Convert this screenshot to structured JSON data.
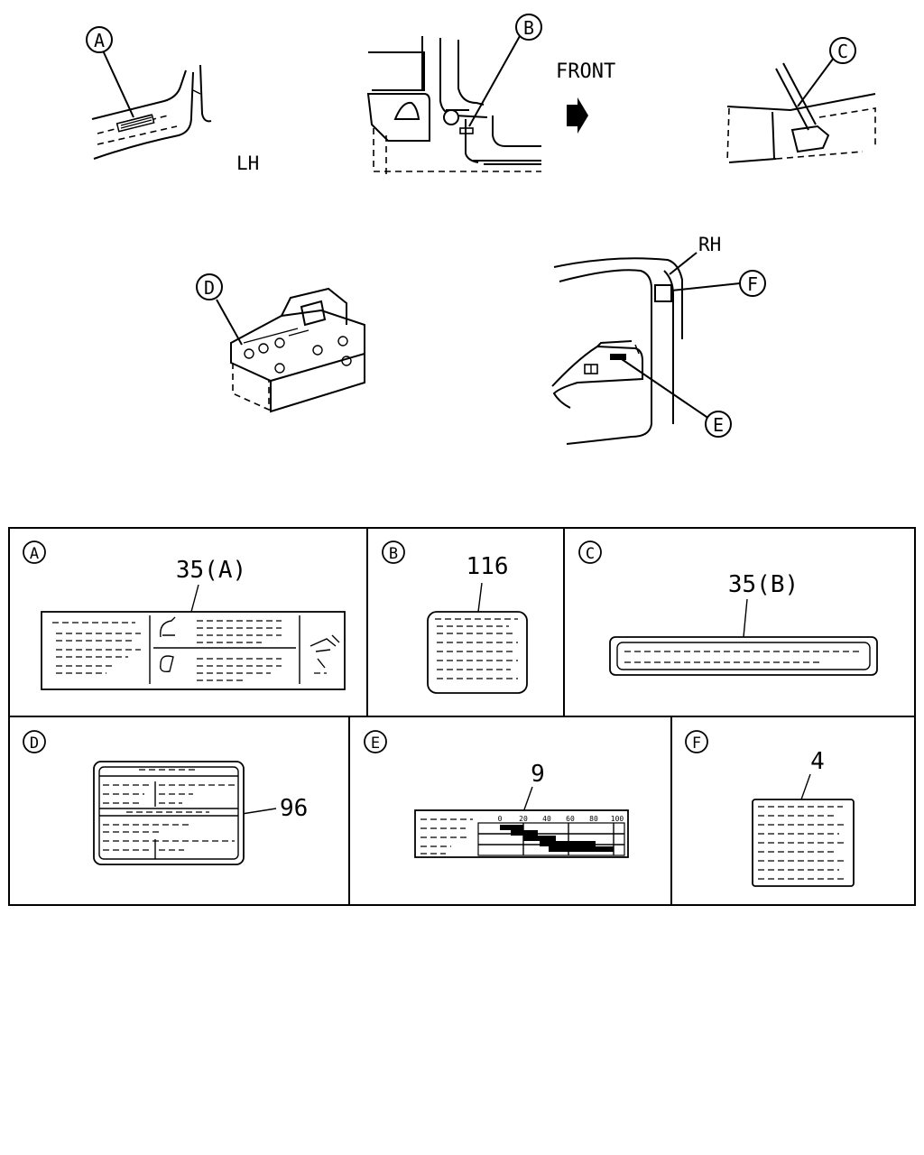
{
  "callouts": {
    "a": "A",
    "b": "B",
    "c": "C",
    "d": "D",
    "e": "E",
    "f": "F"
  },
  "location_labels": {
    "front": "FRONT",
    "left_side": "LH",
    "right_side": "RH"
  },
  "labels": [
    {
      "key": "A",
      "part_number": "35(A)"
    },
    {
      "key": "B",
      "part_number": "116"
    },
    {
      "key": "C",
      "part_number": "35(B)"
    },
    {
      "key": "D",
      "part_number": "96"
    },
    {
      "key": "E",
      "part_number": "9",
      "scale": [
        "0",
        "20",
        "40",
        "60",
        "80",
        "100"
      ]
    },
    {
      "key": "F",
      "part_number": "4"
    }
  ]
}
